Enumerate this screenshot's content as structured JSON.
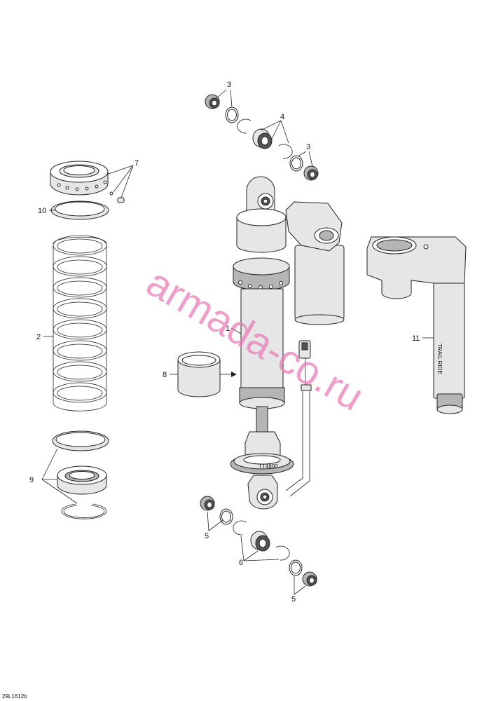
{
  "diagram": {
    "callouts": {
      "c1": "1",
      "c2": "2",
      "c3a": "3",
      "c3b": "3",
      "c4": "4",
      "c5a": "5",
      "c5b": "5",
      "c6": "6",
      "c7": "7",
      "c8": "8",
      "c9": "9",
      "c10": "10",
      "c11": "11"
    },
    "watermark": "armada-co.ru",
    "drawing_code": "29L1612b",
    "label_on_reservoir": "TRAIL RIDE",
    "label_on_adjuster": "TT4800"
  }
}
